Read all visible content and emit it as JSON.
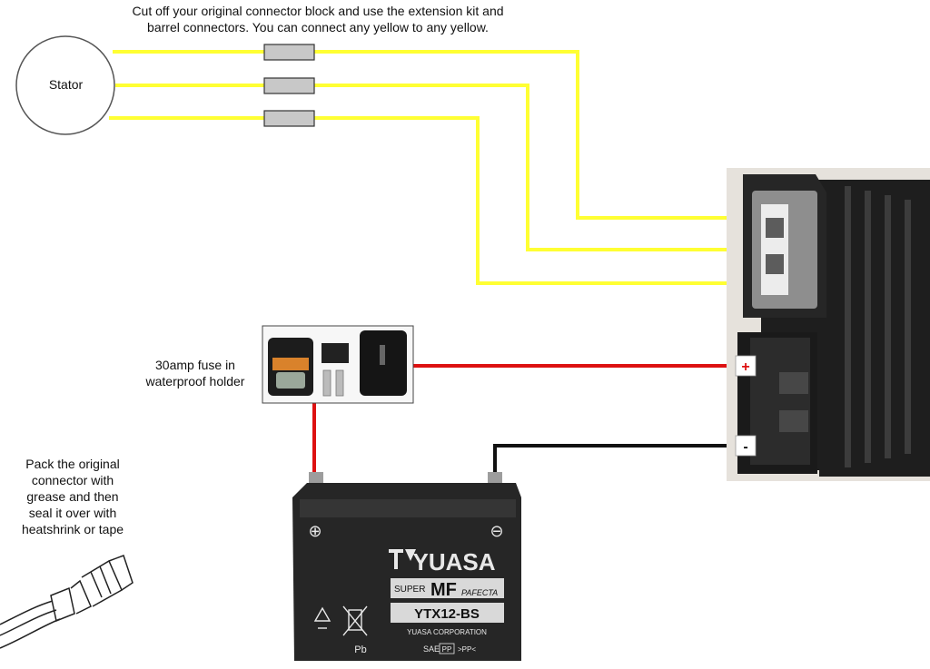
{
  "notes": {
    "top": "Cut off your original connector block and use the extension kit and\nbarrel connectors.  You can connect any yellow to any yellow.",
    "fuse": "30amp fuse in\nwaterproof holder",
    "pack": "Pack the original\nconnector with\ngrease and then\nseal it over with\nheatshrink or tape"
  },
  "stator": {
    "label": "Stator"
  },
  "regulator": {
    "plus_label": "+",
    "minus_label": "-"
  },
  "battery": {
    "brand": "YUASA",
    "line_super": "SUPER",
    "line_mf": "MF",
    "line_pafecta": "PAFECTA",
    "model": "YTX12-BS",
    "corp": "YUASA CORPORATION",
    "sae": "SAE",
    "pp": "PP",
    "pp_mark": ">PP<",
    "pb": "Pb",
    "plus_terminal": "⊕",
    "minus_terminal": "⊖"
  },
  "colors": {
    "yellow_wire": "#ffff33",
    "red_wire": "#dd1111",
    "black_wire": "#111111",
    "connector_fill": "#c8c8c8",
    "battery_body": "#262626"
  }
}
